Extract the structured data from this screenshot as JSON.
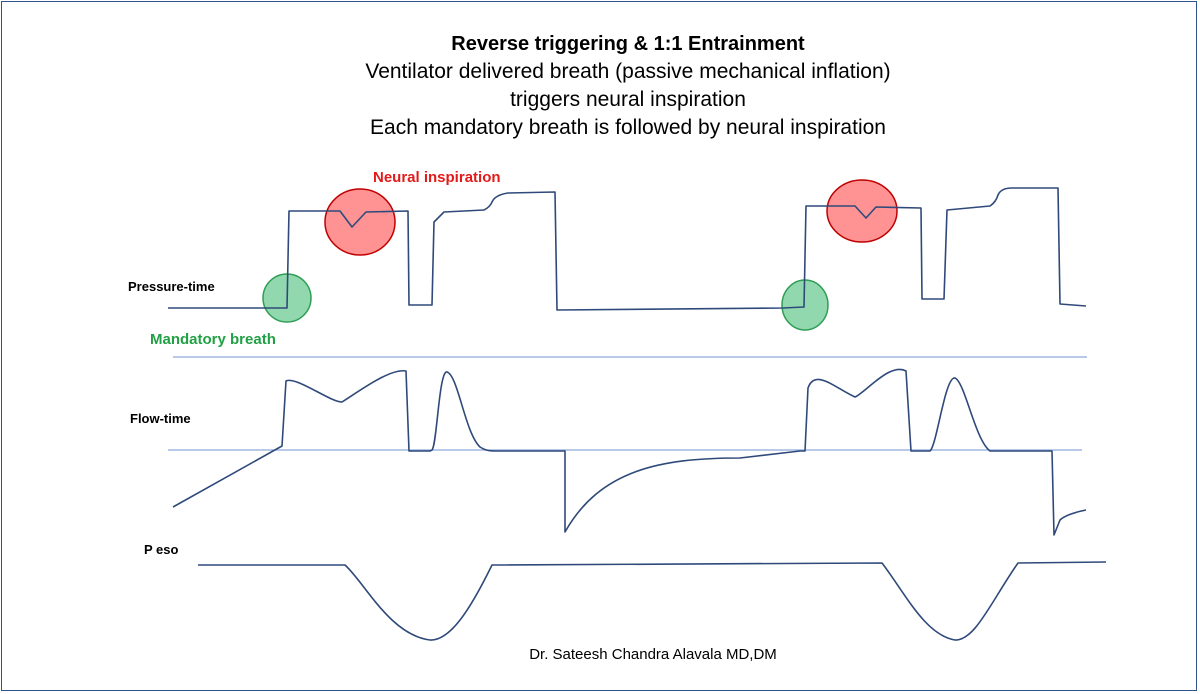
{
  "title": {
    "main": "Reverse triggering & 1:1 Entrainment",
    "lines": [
      "Ventilator delivered breath (passive mechanical inflation)",
      "triggers neural inspiration",
      "Each mandatory breath is followed by neural inspiration"
    ]
  },
  "labels": {
    "pressure": "Pressure-time",
    "flow": "Flow-time",
    "peso": "P eso"
  },
  "annotations": {
    "neural": "Neural inspiration",
    "mandatory": "Mandatory breath"
  },
  "credit": "Dr. Sateesh Chandra Alavala MD,DM",
  "colors": {
    "trace": "#2f4a7a",
    "baseline": "#8faadc",
    "border": "#2f528f",
    "neural_fill": "#ff8080",
    "neural_stroke": "#c00000",
    "neural_text": "#e31a1a",
    "mandatory_fill": "#7fd1a0",
    "mandatory_stroke": "#2e9e55",
    "mandatory_text": "#22a046"
  }
}
